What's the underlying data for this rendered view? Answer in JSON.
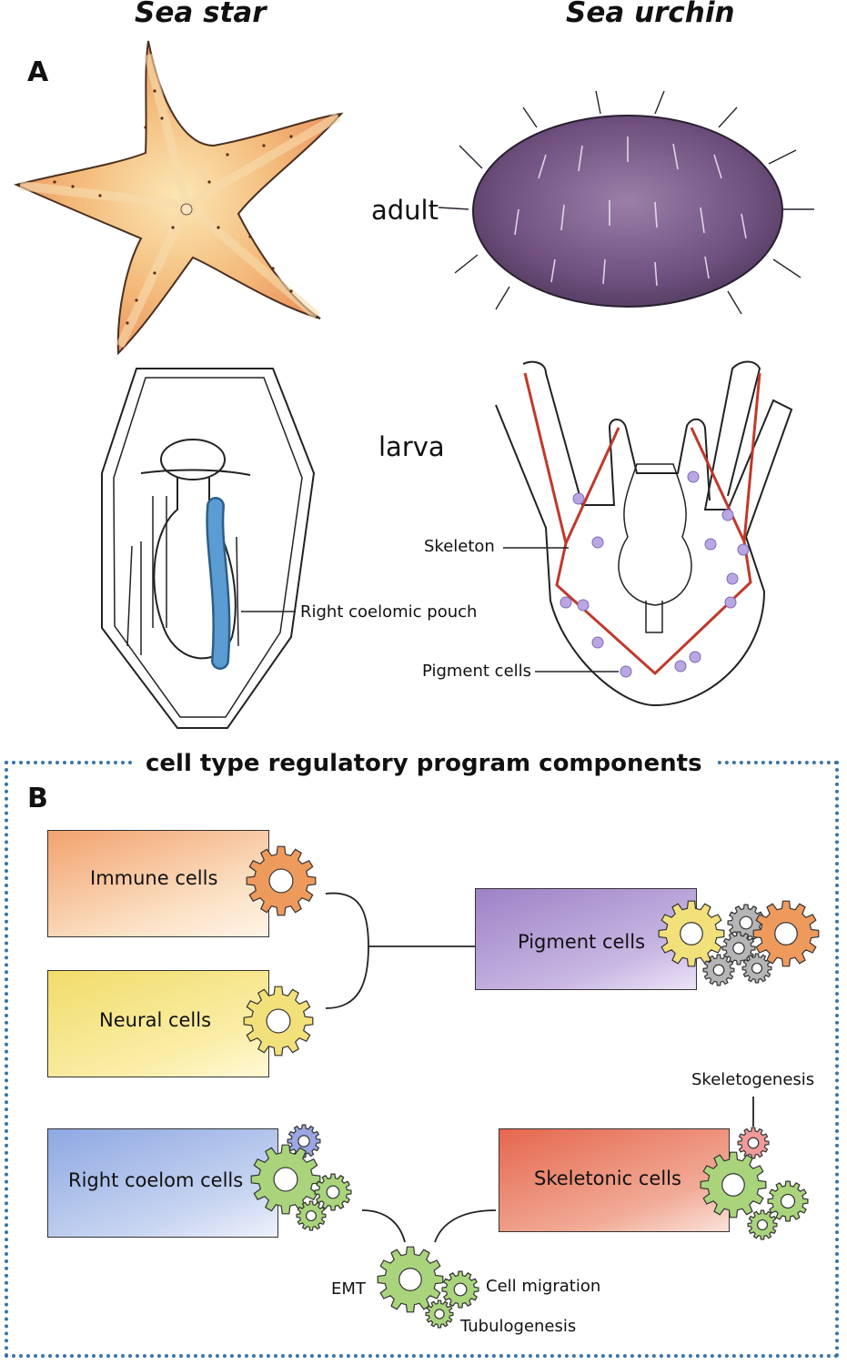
{
  "species": {
    "left": "Sea star",
    "right": "Sea urchin"
  },
  "panel_a": {
    "letter": "A",
    "adult_label": "adult",
    "larva_label": "larva",
    "callouts": {
      "skeleton": "Skeleton",
      "right_coelomic_pouch": "Right coelomic pouch",
      "pigment_cells": "Pigment cells"
    }
  },
  "panel_b": {
    "letter": "B",
    "title": "cell type regulatory program components",
    "boxes": {
      "immune": "Immune cells",
      "neural": "Neural cells",
      "pigment": "Pigment cells",
      "right_coelom": "Right coelom cells",
      "skeletonic": "Skeletonic cells"
    },
    "modules": {
      "skeletogenesis": "Skeletogenesis",
      "emt": "EMT",
      "cell_migration": "Cell migration",
      "tubulogenesis": "Tubulogenesis"
    }
  },
  "colors": {
    "starfish": "#ef9a5a",
    "urchin": "#7a5a88",
    "coelom_pouch": "#4f8fc6",
    "skeleton_red": "#c0392b",
    "immune": "#ee9a5c",
    "neural": "#f2e07a",
    "pigment": "#a68cc8",
    "right_coelom": "#9ab4e6",
    "skeletonic": "#e8715a",
    "gear_green": "#a9d47c",
    "gear_grey": "#b5b5b5",
    "gear_pink": "#f09a9a",
    "gear_blue": "#9aa7e2",
    "frame": "#3b74a6"
  }
}
